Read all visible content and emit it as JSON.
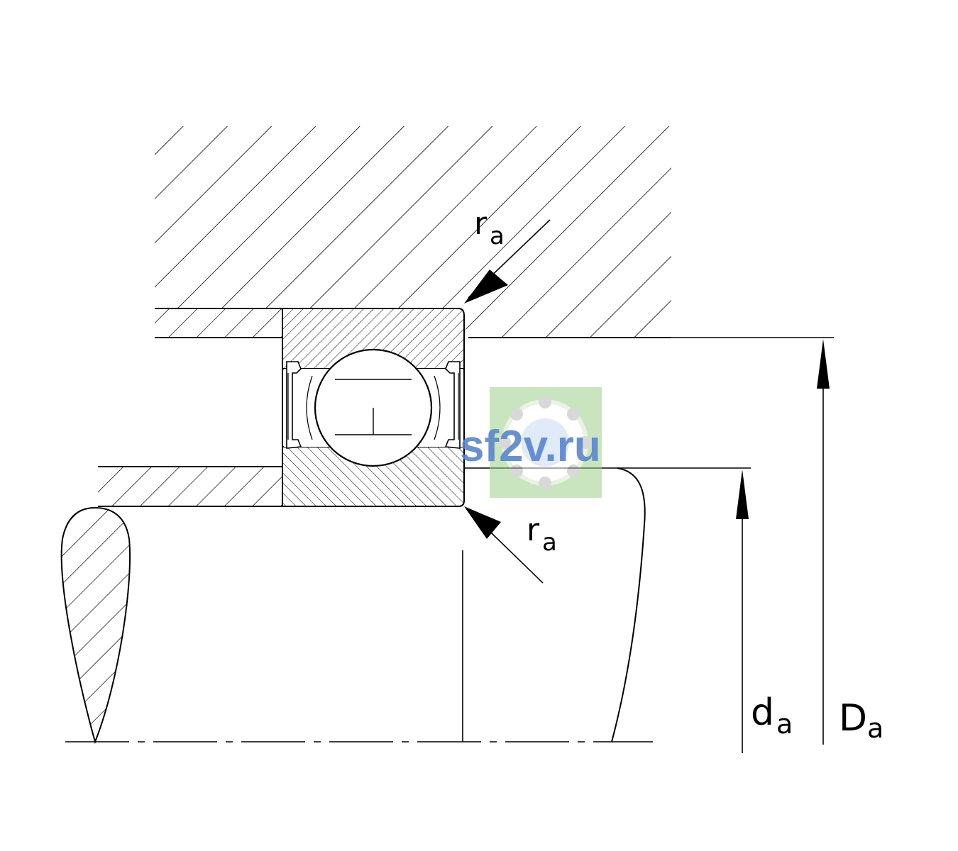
{
  "labels": {
    "ra_top": {
      "main": "r",
      "sub": "a"
    },
    "ra_bottom": {
      "main": "r",
      "sub": "a"
    },
    "da": {
      "main": "d",
      "sub": "a"
    },
    "Da": {
      "main": "D",
      "sub": "a"
    }
  },
  "watermark": {
    "text": "sf2v.ru",
    "color": "#5b86c8",
    "badge_color": "#9ed18c"
  },
  "colors": {
    "line": "#000000",
    "background": "#ffffff"
  }
}
